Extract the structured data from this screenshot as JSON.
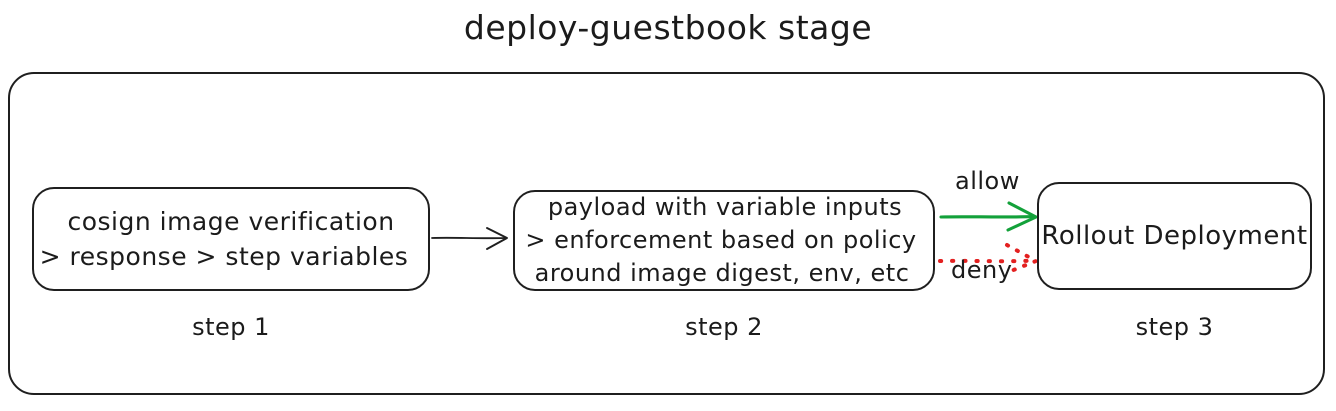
{
  "diagram": {
    "title": "deploy-guestbook stage",
    "type": "flowchart",
    "style": "hand-drawn",
    "background_color": "#ffffff",
    "ink_color": "#1b1b1b"
  },
  "steps": [
    {
      "id": "step1",
      "caption": "step 1",
      "lines": [
        "cosign image verification",
        "> response > step variables"
      ]
    },
    {
      "id": "step2",
      "caption": "step 2",
      "lines": [
        "payload with variable inputs",
        "> enforcement based on policy",
        "around image digest, env, etc"
      ]
    },
    {
      "id": "step3",
      "caption": "step 3",
      "lines": [
        "Rollout Deployment"
      ]
    }
  ],
  "edges": [
    {
      "id": "edge-step1-step2",
      "from": "step1",
      "to": "step2",
      "label": "",
      "color": "#1f1f1f",
      "style": "solid"
    },
    {
      "id": "edge-step2-step3-allow",
      "from": "step2",
      "to": "step3",
      "label": "allow",
      "color": "#13a13a",
      "style": "solid"
    },
    {
      "id": "edge-step2-step3-deny",
      "from": "step2",
      "to": "step3",
      "label": "deny",
      "color": "#e32020",
      "style": "dotted"
    }
  ]
}
